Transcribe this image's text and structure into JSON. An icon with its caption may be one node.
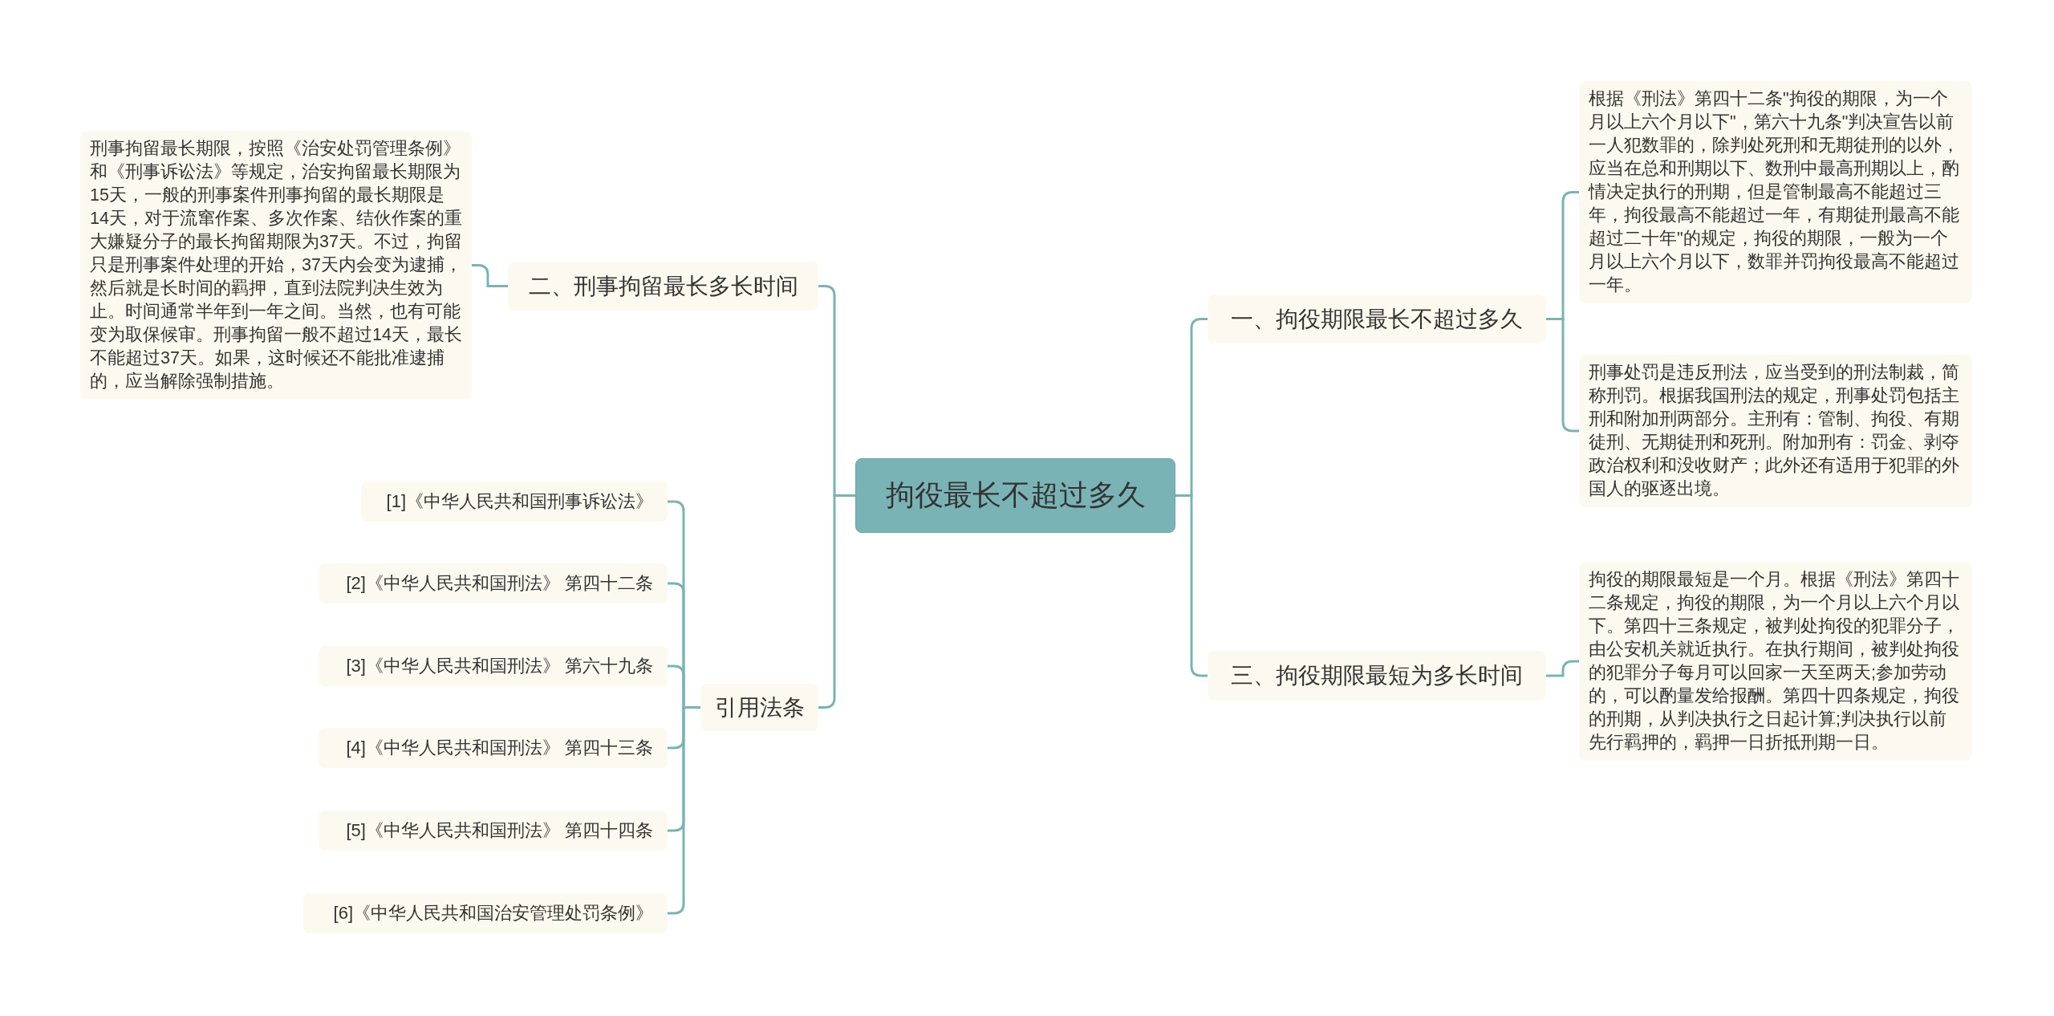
{
  "diagram": {
    "nodes": [
      {
        "text": [
          "拘役最长不超过多久"
        ]
      },
      {
        "text": [
          "一、拘役期限最长不超过多久"
        ]
      },
      {
        "text": [
          "根据《刑法》第四十二条\"拘役的期限，为一个月以上六个月以下\"，第六十九条\"判决宣告以前一人犯数罪的，除判处死刑和无期徒刑的以外，应当在总和刑期以下、数刑中最高刑期以上，酌情决定执行的刑期，但是管制最高不能超过三年，拘役最高不能超过一年，有期徒刑最高不能超过二十年\"的规定，拘役的期限，一般为一个月以上六个月以下，数罪并罚拘役最高不能超过一年。"
        ]
      },
      {
        "text": [
          "刑事处罚是违反刑法，应当受到的刑法制裁，简称刑罚。根据我国刑法的规定，刑事处罚包括主刑和附加刑两部分。主刑有：管制、拘役、有期徒刑、无期徒刑和死刑。附加刑有：罚金、剥夺政治权利和没收财产；此外还有适用于犯罪的外国人的驱逐出境。"
        ]
      },
      {
        "text": [
          "三、拘役期限最短为多长时间"
        ]
      },
      {
        "text": [
          "拘役的期限最短是一个月。根据《刑法》第四十二条规定，拘役的期限，为一个月以上六个月以下。第四十三条规定，被判处拘役的犯罪分子，由公安机关就近执行。在执行期间，被判处拘役的犯罪分子每月可以回家一天至两天;参加劳动的，可以酌量发给报酬。第四十四条规定，拘役的刑期，从判决执行之日起计算;判决执行以前先行羁押的，羁押一日折抵刑期一日。"
        ]
      },
      {
        "text": [
          "二、刑事拘留最长多长时间"
        ]
      },
      {
        "text": [
          "刑事拘留最长期限，按照《治安处罚管理条例》和《刑事诉讼法》等规定，治安拘留最长期限为15天，一般的刑事案件刑事拘留的最长期限是14天，对于流窜作案、多次作案、结伙作案的重大嫌疑分子的最长拘留期限为37天。不过，拘留只是刑事案件处理的开始，37天内会变为逮捕，然后就是长时间的羁押，直到法院判决生效为止。时间通常半年到一年之间。当然，也有可能变为取保候审。刑事拘留一般不超过14天，最长不能超过37天。如果，这时候还不能批准逮捕的，应当解除强制措施。"
        ]
      },
      {
        "text": [
          "引用法条"
        ]
      },
      {
        "text": [
          "[1]《中华人民共和国刑事诉讼法》"
        ]
      },
      {
        "text": [
          "[2]《中华人民共和国刑法》 第四十二条"
        ]
      },
      {
        "text": [
          "[3]《中华人民共和国刑法》 第六十九条"
        ]
      },
      {
        "text": [
          "[4]《中华人民共和国刑法》 第四十三条"
        ]
      },
      {
        "text": [
          "[5]《中华人民共和国刑法》 第四十四条"
        ]
      },
      {
        "text": [
          "[6]《中华人民共和国治安管理处罚条例》"
        ]
      }
    ],
    "edges": [
      {
        "from": 0,
        "to": 1,
        "arrow": "none"
      },
      {
        "from": 1,
        "to": 2,
        "arrow": "none"
      },
      {
        "from": 1,
        "to": 3,
        "arrow": "none"
      },
      {
        "from": 0,
        "to": 4,
        "arrow": "none"
      },
      {
        "from": 4,
        "to": 5,
        "arrow": "none"
      },
      {
        "from": 0,
        "to": 6,
        "arrow": "none"
      },
      {
        "from": 6,
        "to": 7,
        "arrow": "none"
      },
      {
        "from": 0,
        "to": 8,
        "arrow": "none"
      },
      {
        "from": 8,
        "to": 9,
        "arrow": "none"
      },
      {
        "from": 8,
        "to": 10,
        "arrow": "none"
      },
      {
        "from": 8,
        "to": 11,
        "arrow": "none"
      },
      {
        "from": 8,
        "to": 12,
        "arrow": "none"
      },
      {
        "from": 8,
        "to": 13,
        "arrow": "none"
      },
      {
        "from": 8,
        "to": 14,
        "arrow": "none"
      }
    ]
  }
}
